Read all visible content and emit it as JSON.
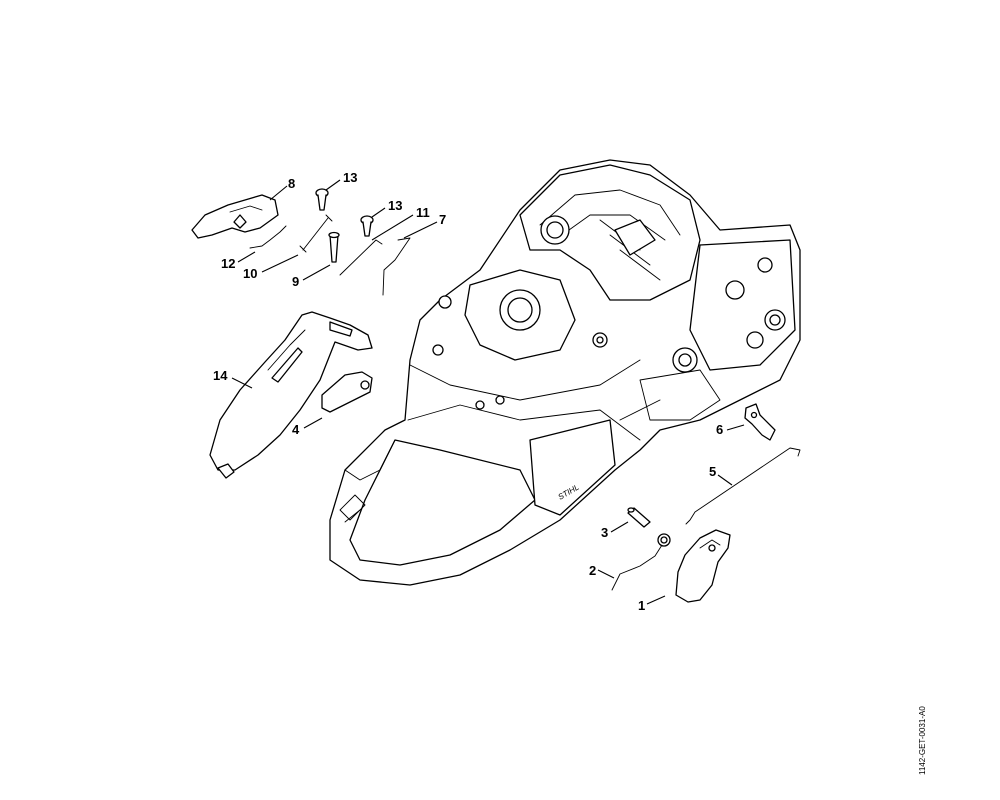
{
  "diagram": {
    "brand_text": "STIHL",
    "document_code": "1142-GET-0031-A0",
    "parts": [
      {
        "id": "1",
        "label": "1"
      },
      {
        "id": "2",
        "label": "2"
      },
      {
        "id": "3",
        "label": "3"
      },
      {
        "id": "4",
        "label": "4"
      },
      {
        "id": "5",
        "label": "5"
      },
      {
        "id": "6",
        "label": "6"
      },
      {
        "id": "7",
        "label": "7"
      },
      {
        "id": "8",
        "label": "8"
      },
      {
        "id": "9",
        "label": "9"
      },
      {
        "id": "10",
        "label": "10"
      },
      {
        "id": "11",
        "label": "11"
      },
      {
        "id": "12",
        "label": "12"
      },
      {
        "id": "13a",
        "label": "13"
      },
      {
        "id": "13b",
        "label": "13"
      },
      {
        "id": "14",
        "label": "14"
      }
    ]
  }
}
